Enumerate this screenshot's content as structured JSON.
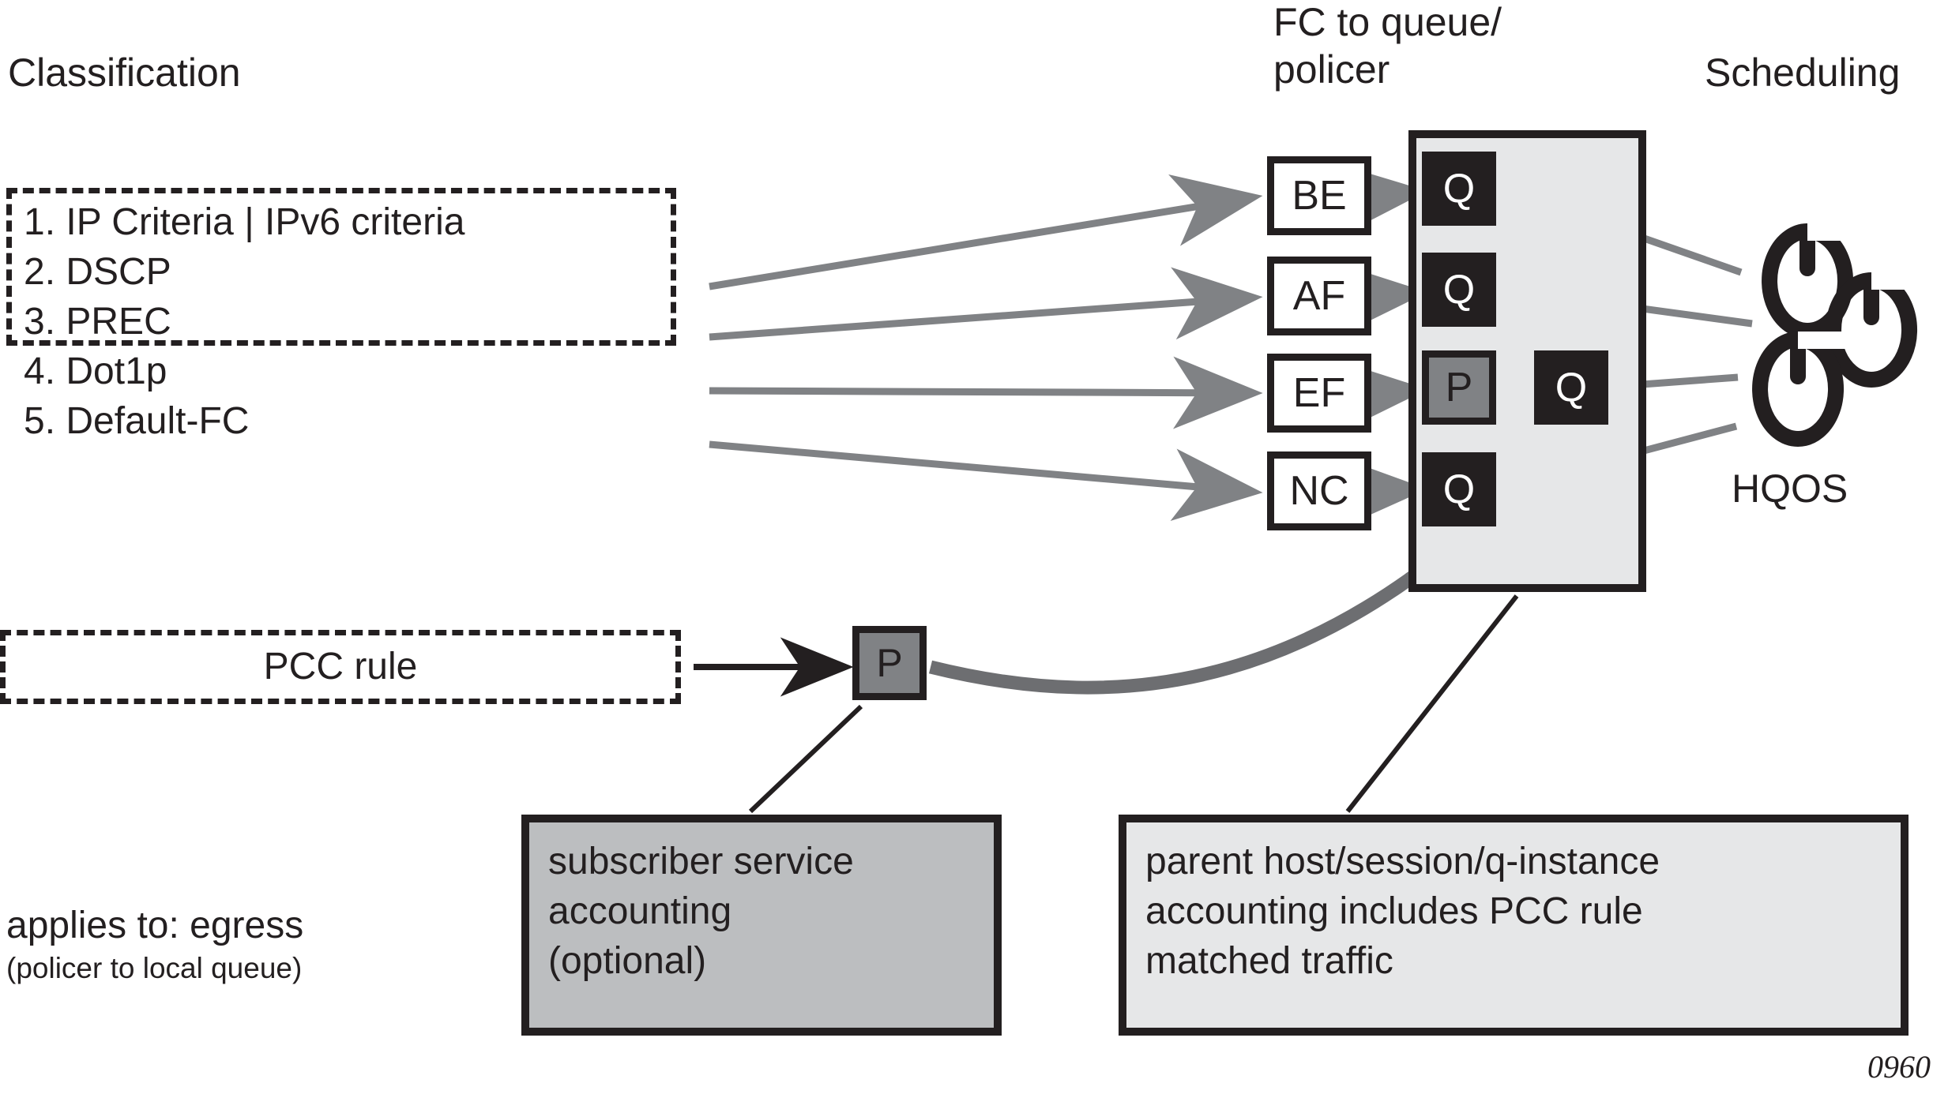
{
  "figure": {
    "id_label": "0960"
  },
  "headings": {
    "classification": "Classification",
    "fc_to_queue_policer_line1": "FC to queue/",
    "fc_to_queue_policer_line2": "policer",
    "scheduling": "Scheduling"
  },
  "classification": {
    "criteria": [
      "1. IP Criteria | IPv6 criteria",
      "2. DSCP",
      "3. PREC",
      "4. Dot1p",
      "5. Default-FC"
    ]
  },
  "pcc_rule": {
    "label": "PCC rule",
    "policer_label": "P"
  },
  "forwarding_classes": [
    {
      "label": "BE"
    },
    {
      "label": "AF"
    },
    {
      "label": "EF"
    },
    {
      "label": "NC"
    }
  ],
  "queue_panel": {
    "nodes": [
      {
        "label": "Q",
        "kind": "queue",
        "for": "BE"
      },
      {
        "label": "Q",
        "kind": "queue",
        "for": "AF"
      },
      {
        "label": "P",
        "kind": "policer",
        "for": "EF"
      },
      {
        "label": "Q",
        "kind": "queue",
        "for": "EF"
      },
      {
        "label": "Q",
        "kind": "queue",
        "for": "NC"
      }
    ]
  },
  "scheduling": {
    "hqos_label": "HQOS",
    "scheduler_count": 3
  },
  "notes": {
    "subscriber": {
      "lines": [
        "subscriber service",
        "accounting",
        "(optional)"
      ]
    },
    "parent": {
      "lines": [
        "parent host/session/q-instance",
        "accounting includes PCC rule",
        "matched traffic"
      ]
    }
  },
  "applies_to": {
    "main": "applies to: egress",
    "sub": "(policer to local queue)"
  },
  "colors": {
    "ink": "#231f20",
    "panel_fill": "#e6e7e8",
    "policer_fill": "#808285",
    "subscriber_note_fill": "#bcbec0",
    "connector_gray": "#808285",
    "connector_dark": "#6d6e71"
  }
}
